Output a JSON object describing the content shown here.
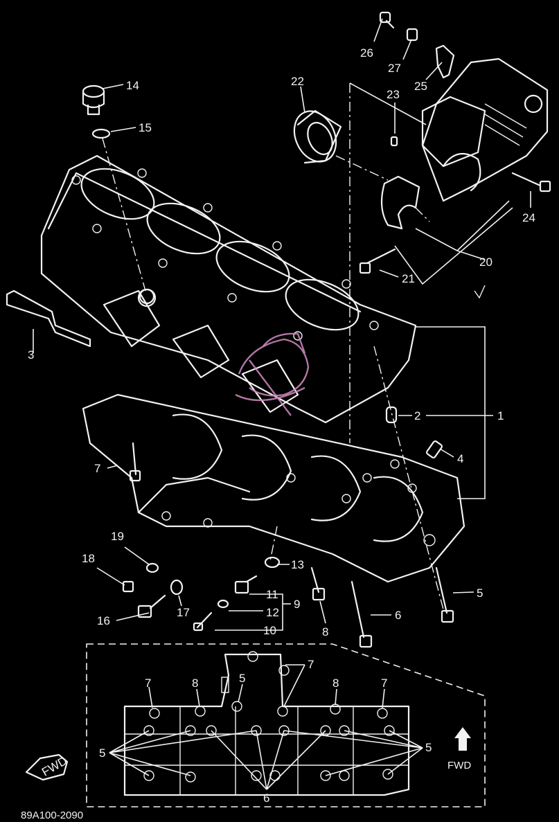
{
  "callouts": {
    "c1": "1",
    "c2": "2",
    "c3": "3",
    "c4": "4",
    "c5": "5",
    "c6": "6",
    "c7": "7",
    "c8": "8",
    "c9": "9",
    "c10": "10",
    "c11": "11",
    "c12": "12",
    "c13": "13",
    "c14": "14",
    "c15": "15",
    "c16": "16",
    "c17": "17",
    "c18": "18",
    "c19": "19",
    "c20": "20",
    "c21": "21",
    "c22": "22",
    "c23": "23",
    "c24": "24",
    "c25": "25",
    "c26": "26",
    "c27": "27"
  },
  "inset": {
    "labels_top": [
      "7",
      "8",
      "5",
      "7",
      "8",
      "7"
    ],
    "label_5_left": "5",
    "label_5_right": "5",
    "label_6": "6",
    "fwd_right": "FWD",
    "fwd_left": "FWD"
  },
  "catalog_code": "89A100-2090",
  "colors": {
    "background": "#000000",
    "line": "#f2f2f2",
    "watermark": "#d08bbf"
  }
}
